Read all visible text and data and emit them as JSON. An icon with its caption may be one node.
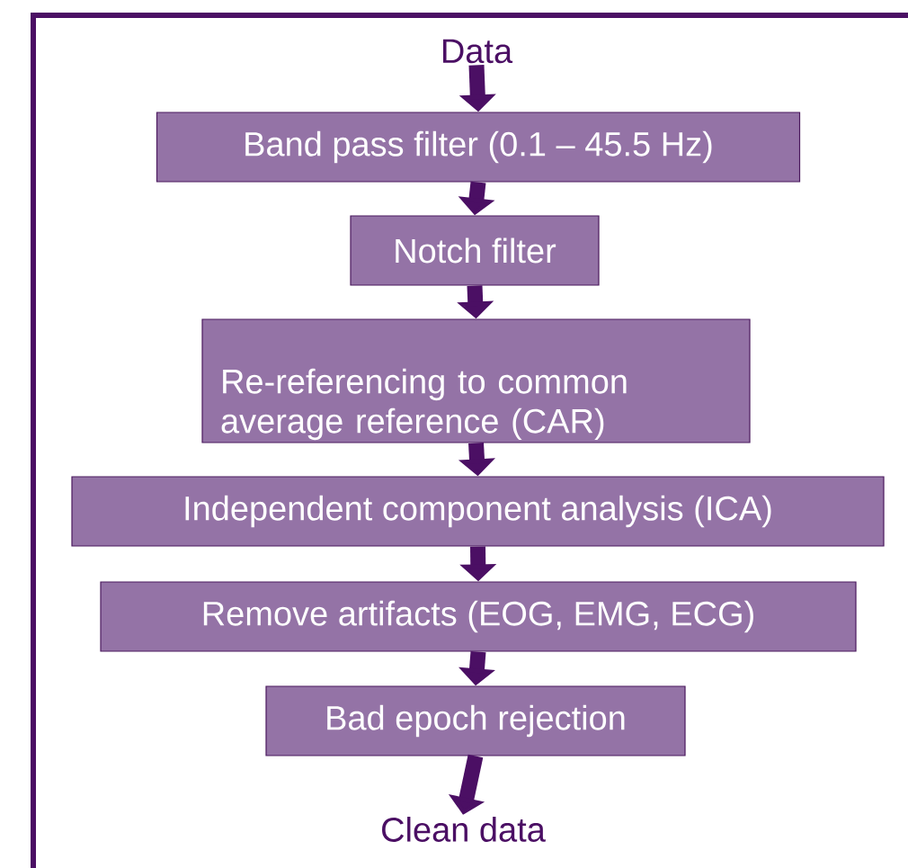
{
  "diagram": {
    "nodes": [
      {
        "text": [
          "Data"
        ]
      },
      {
        "text": [
          "Band pass filter (0.1 – 45.5 Hz)"
        ]
      },
      {
        "text": [
          "Notch filter"
        ]
      },
      {
        "text": [
          "Re-referencing to common average reference (CAR)"
        ]
      },
      {
        "text": [
          "Independent component analysis (ICA)"
        ]
      },
      {
        "text": [
          "Remove artifacts (EOG, EMG, ECG)"
        ]
      },
      {
        "text": [
          "Bad epoch rejection"
        ]
      },
      {
        "text": [
          "Clean data"
        ]
      }
    ],
    "edges": [
      {
        "from": 0,
        "to": 1,
        "arrow": "to"
      },
      {
        "from": 1,
        "to": 2,
        "arrow": "to"
      },
      {
        "from": 2,
        "to": 3,
        "arrow": "to"
      },
      {
        "from": 3,
        "to": 4,
        "arrow": "to"
      },
      {
        "from": 4,
        "to": 5,
        "arrow": "to"
      },
      {
        "from": 5,
        "to": 6,
        "arrow": "to"
      },
      {
        "from": 6,
        "to": 7,
        "arrow": "to"
      }
    ]
  }
}
